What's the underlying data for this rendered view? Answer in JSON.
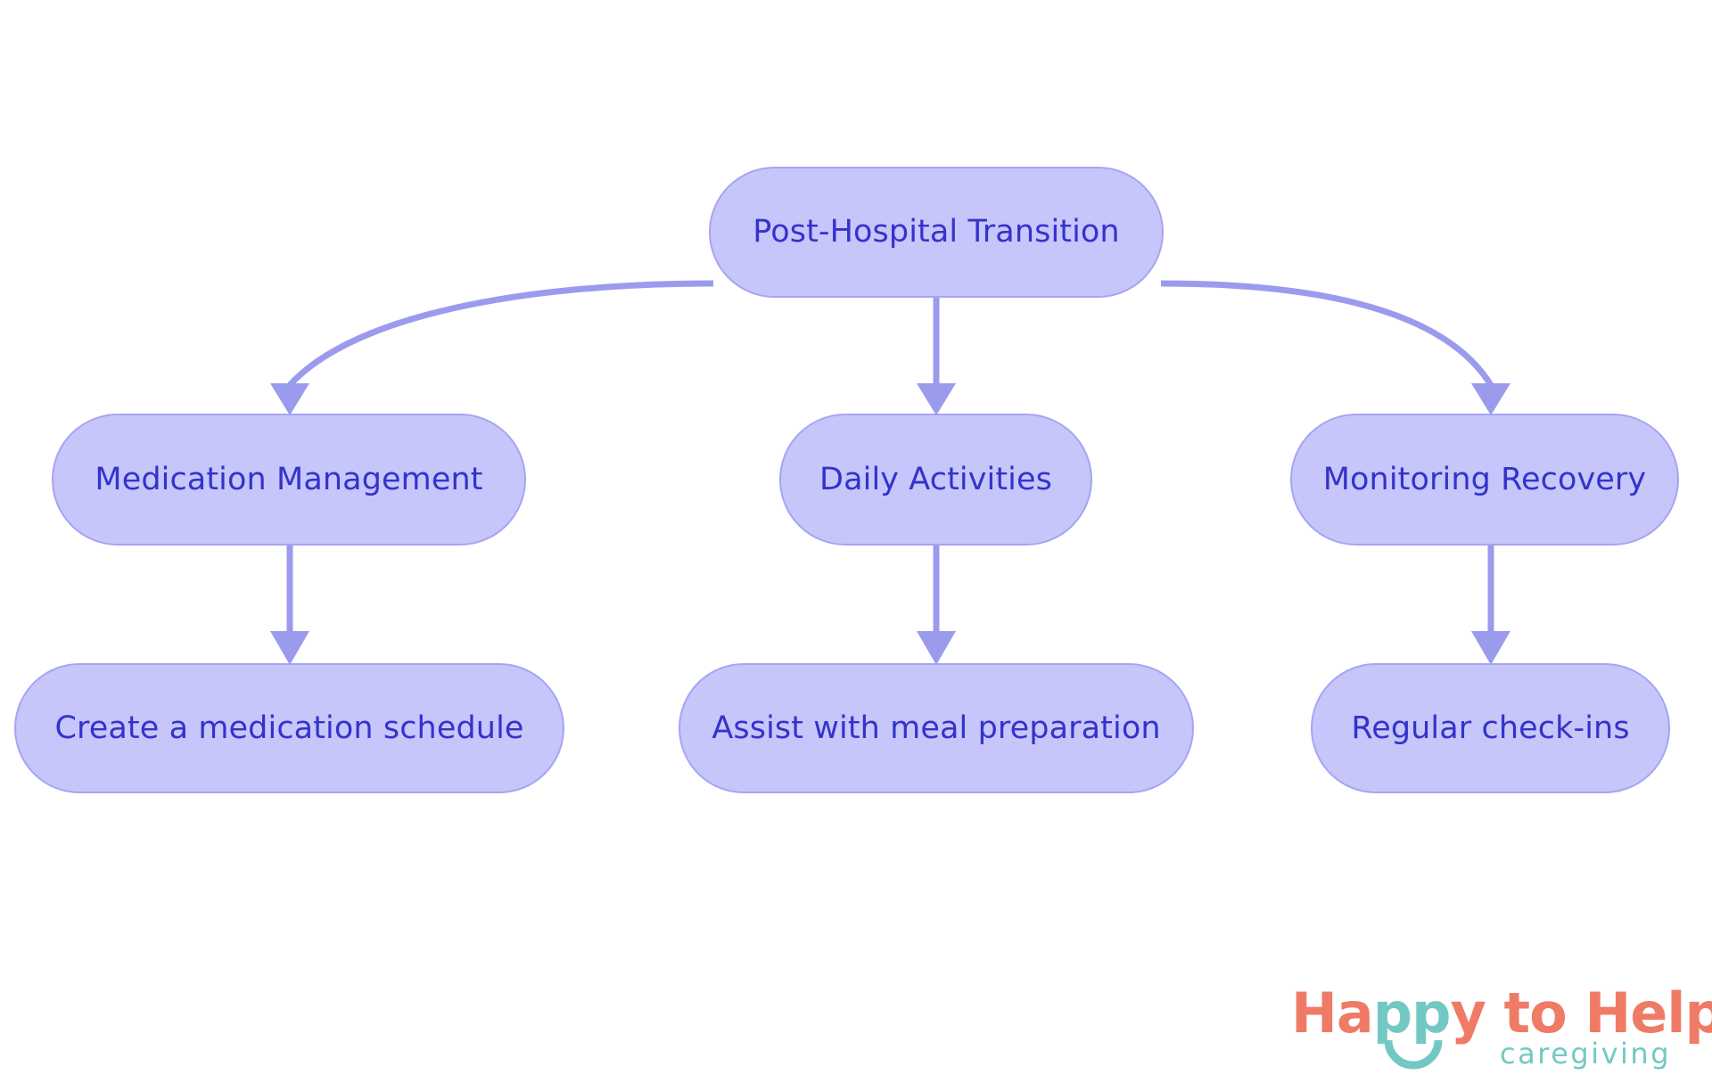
{
  "diagram": {
    "type": "flowchart",
    "direction": "top-down",
    "title": "Post-Hospital Transition",
    "background_color": "#ffffff",
    "node_fill_color": "#c6c6fa",
    "node_border_color": "#a5a5f2",
    "node_text_color": "#3333cc",
    "edge_color": "#9b9bee",
    "nodes": [
      {
        "id": "root",
        "label": "Post-Hospital Transition",
        "level": 0
      },
      {
        "id": "medication",
        "label": "Medication Management",
        "level": 1
      },
      {
        "id": "daily",
        "label": "Daily Activities",
        "level": 1
      },
      {
        "id": "monitoring",
        "label": "Monitoring Recovery",
        "level": 1
      },
      {
        "id": "schedule",
        "label": "Create a medication schedule",
        "level": 2
      },
      {
        "id": "meal",
        "label": "Assist with meal preparation",
        "level": 2
      },
      {
        "id": "checkins",
        "label": "Regular check-ins",
        "level": 2
      }
    ],
    "edges": [
      {
        "from": "root",
        "to": "medication",
        "style": "curved",
        "arrow": "down"
      },
      {
        "from": "root",
        "to": "daily",
        "style": "straight",
        "arrow": "down"
      },
      {
        "from": "root",
        "to": "monitoring",
        "style": "curved",
        "arrow": "down"
      },
      {
        "from": "medication",
        "to": "schedule",
        "style": "straight",
        "arrow": "down"
      },
      {
        "from": "daily",
        "to": "meal",
        "style": "straight",
        "arrow": "down"
      },
      {
        "from": "monitoring",
        "to": "checkins",
        "style": "straight",
        "arrow": "down"
      }
    ]
  },
  "logo": {
    "word_1": "Ha",
    "word_2": "pp",
    "word_3": "y",
    "word_4": " to Help",
    "tagline": "caregiving",
    "coral_color": "#ef7b67",
    "teal_color": "#72c9c4",
    "smile_icon": "smile-arc-icon"
  }
}
